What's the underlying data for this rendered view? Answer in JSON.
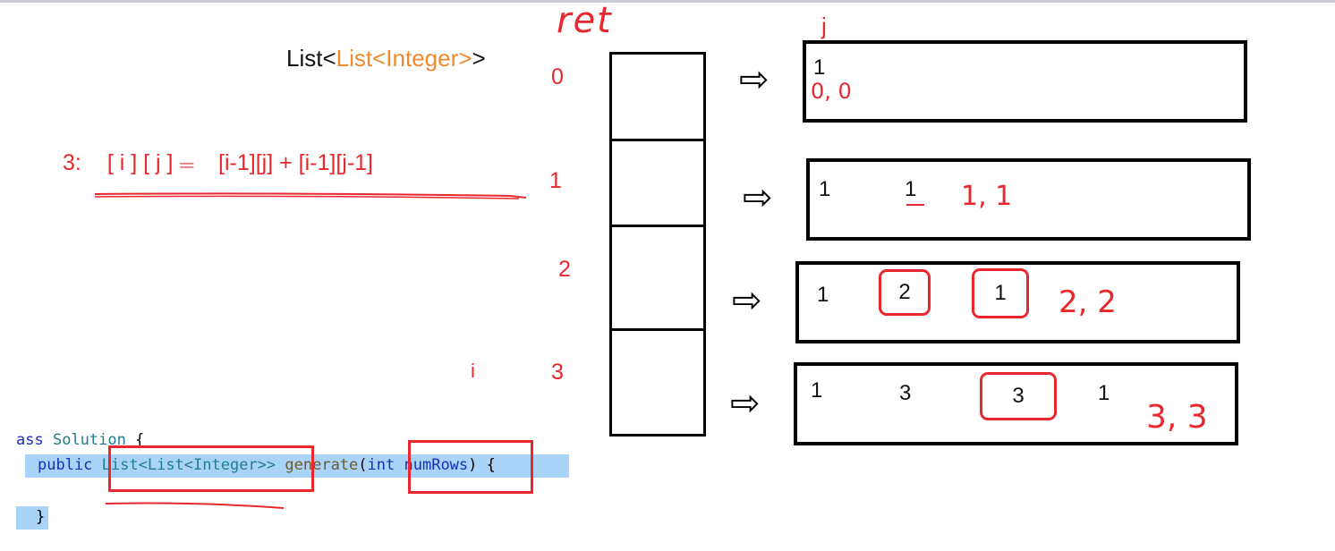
{
  "annotations": {
    "ret_label": "ret",
    "j_label": "j",
    "i_label": "i",
    "type_label": {
      "outer_open": "List<",
      "inner": "List<Integer>",
      "outer_close": ">"
    },
    "formula": {
      "prefix": "3:",
      "lhs": "[ i ] [ j ]",
      "eq": "==",
      "rhs": "[i-1][j]  + [i-1][j-1]"
    }
  },
  "indices": [
    "0",
    "1",
    "2",
    "3"
  ],
  "rows": [
    {
      "cells": [
        "1"
      ],
      "note": "0, 0",
      "circled": []
    },
    {
      "cells": [
        "1",
        "1"
      ],
      "note": "1, 1",
      "circled": []
    },
    {
      "cells": [
        "1",
        "2",
        "1"
      ],
      "note": "2, 2",
      "circled": [
        1,
        2
      ]
    },
    {
      "cells": [
        "1",
        "3",
        "3",
        "1"
      ],
      "note": "3, 3",
      "circled": [
        2
      ]
    }
  ],
  "arrow_glyph": "⇨",
  "code": {
    "line1": {
      "kw": "ass",
      "cls": "Solution",
      "brace": " {"
    },
    "line2": {
      "kw_public": "public",
      "type": "List<List<Integer>>",
      "fn": "generate",
      "open": "(",
      "kw_int": "int",
      "param": "numRows",
      "close": ")",
      "brace": "{"
    },
    "line3": {
      "brace": "}"
    }
  },
  "colors": {
    "annotation": "#e8282e",
    "generic_inner": "#f08a2b",
    "highlight": "#a9d3f7"
  }
}
